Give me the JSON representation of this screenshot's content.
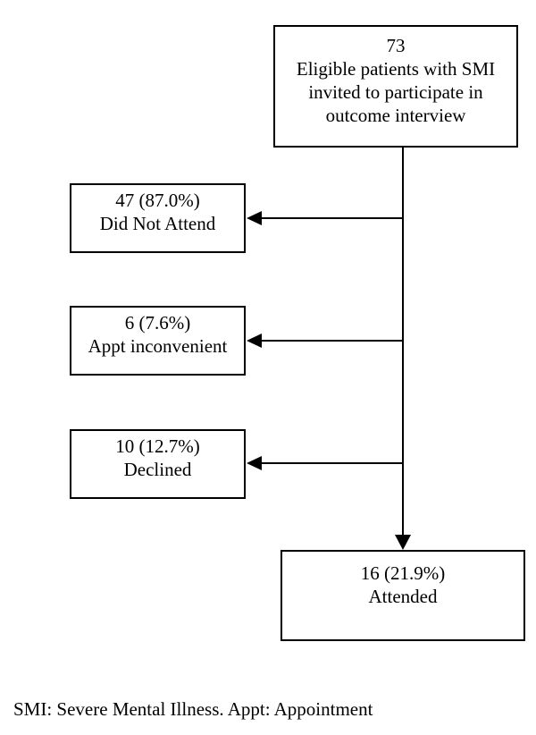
{
  "diagram": {
    "type": "flowchart",
    "topic": "Patient flow for outcome interview participation",
    "colors": {
      "background": "#ffffff",
      "line": "#000000",
      "text": "#000000",
      "box_border": "#000000",
      "box_fill": "#ffffff"
    },
    "nodes": {
      "eligible": {
        "count": 73,
        "lines": [
          "73",
          "Eligible patients with SMI",
          "invited to participate in",
          "outcome interview"
        ]
      },
      "did_not_attend": {
        "count": 47,
        "percent": "87.0%",
        "lines": [
          "47 (87.0%)",
          "Did Not Attend"
        ]
      },
      "appt_inconvenient": {
        "count": 6,
        "percent": "7.6%",
        "lines": [
          "6 (7.6%)",
          "Appt inconvenient"
        ]
      },
      "declined": {
        "count": 10,
        "percent": "12.7%",
        "lines": [
          "10 (12.7%)",
          "Declined"
        ]
      },
      "attended": {
        "count": 16,
        "percent": "21.9%",
        "lines": [
          "16 (21.9%)",
          "Attended"
        ]
      }
    },
    "edges": [
      {
        "from": "eligible",
        "to": "did_not_attend",
        "direction": "left"
      },
      {
        "from": "eligible",
        "to": "appt_inconvenient",
        "direction": "left"
      },
      {
        "from": "eligible",
        "to": "declined",
        "direction": "left"
      },
      {
        "from": "eligible",
        "to": "attended",
        "direction": "down"
      }
    ],
    "footnote": "SMI: Severe Mental Illness. Appt: Appointment"
  }
}
